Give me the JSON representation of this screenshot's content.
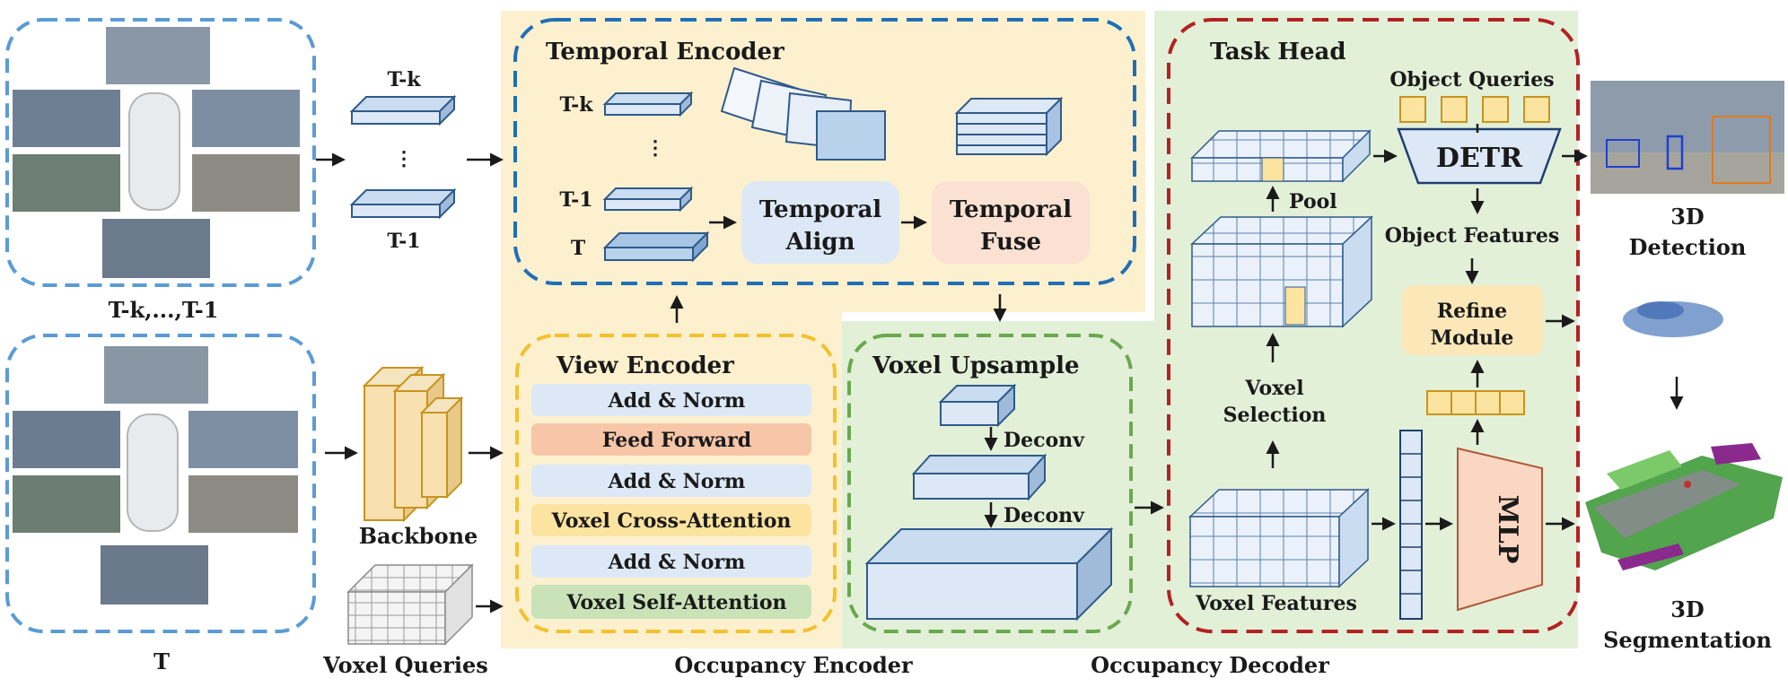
{
  "labels": {
    "temporal_encoder": "Temporal Encoder",
    "task_head": "Task Head",
    "view_encoder": "View Encoder",
    "voxel_upsample": "Voxel Upsample",
    "occupancy_encoder": "Occupancy Encoder",
    "occupancy_decoder": "Occupancy Decoder",
    "past_frames": "T-k,...,T-1",
    "current_frame": "T",
    "backbone": "Backbone",
    "voxel_queries": "Voxel Queries",
    "t_k": "T-k",
    "t_1": "T-1",
    "t": "T",
    "ellipsis": "⋮",
    "temporal_align_line1": "Temporal",
    "temporal_align_line2": "Align",
    "temporal_fuse_line1": "Temporal",
    "temporal_fuse_line2": "Fuse",
    "add_norm": "Add & Norm",
    "feed_forward": "Feed Forward",
    "voxel_cross_attention": "Voxel Cross-Attention",
    "voxel_self_attention": "Voxel Self-Attention",
    "deconv": "Deconv",
    "pool": "Pool",
    "voxel_selection_line1": "Voxel",
    "voxel_selection_line2": "Selection",
    "voxel_features": "Voxel Features",
    "object_queries": "Object Queries",
    "detr": "DETR",
    "object_features": "Object Features",
    "refine_line1": "Refine",
    "refine_line2": "Module",
    "mlp": "MLP",
    "detection_line1": "3D",
    "detection_line2": "Detection",
    "segmentation_line1": "3D",
    "segmentation_line2": "Segmentation"
  },
  "colors": {
    "dashed_blue": "#5b9bd5",
    "dashed_dark_blue": "#1f6fb5",
    "dashed_yellow": "#f2c12e",
    "dashed_green": "#6aa84f",
    "dashed_red": "#b22222",
    "encoder_bg": "#fdf0cf",
    "decoder_bg": "#e3f0d8",
    "box_blue": "#dce8f5",
    "box_orange": "#f7c6a8",
    "box_yellow": "#fbe3a0",
    "box_green": "#c9e2b8",
    "mlp_fill": "#fad7c2",
    "query_fill": "#fbe3a0"
  }
}
